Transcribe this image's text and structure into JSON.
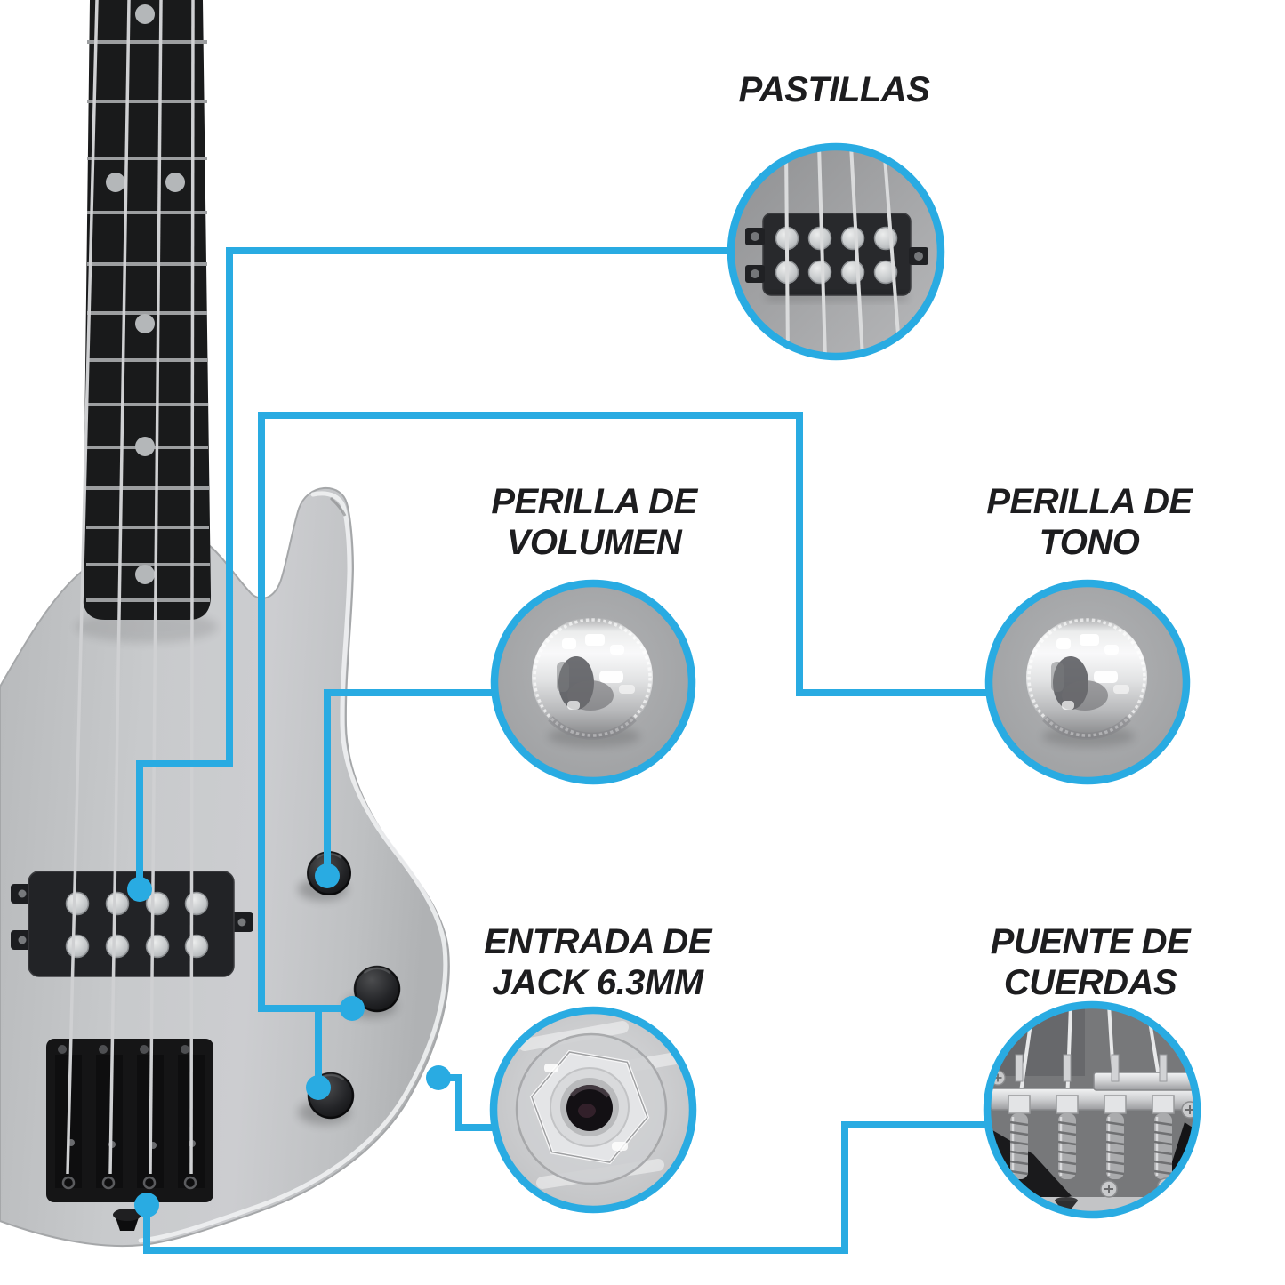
{
  "palette": {
    "accent": "#29abe2",
    "label_color": "#1d1d1f",
    "background": "#ffffff",
    "guitar_body": "#c7c9cb",
    "fretboard": "#191a1b"
  },
  "callouts": {
    "pastillas": {
      "label": "PASTILLAS"
    },
    "volumen": {
      "line1": "PERILLA DE",
      "line2": "VOLUMEN"
    },
    "tono": {
      "line1": "PERILLA DE",
      "line2": "TONO"
    },
    "jack": {
      "line1": "ENTRADA DE",
      "line2": "JACK 6.3MM"
    },
    "puente": {
      "line1": "PUENTE DE",
      "line2": "CUERDAS"
    }
  }
}
